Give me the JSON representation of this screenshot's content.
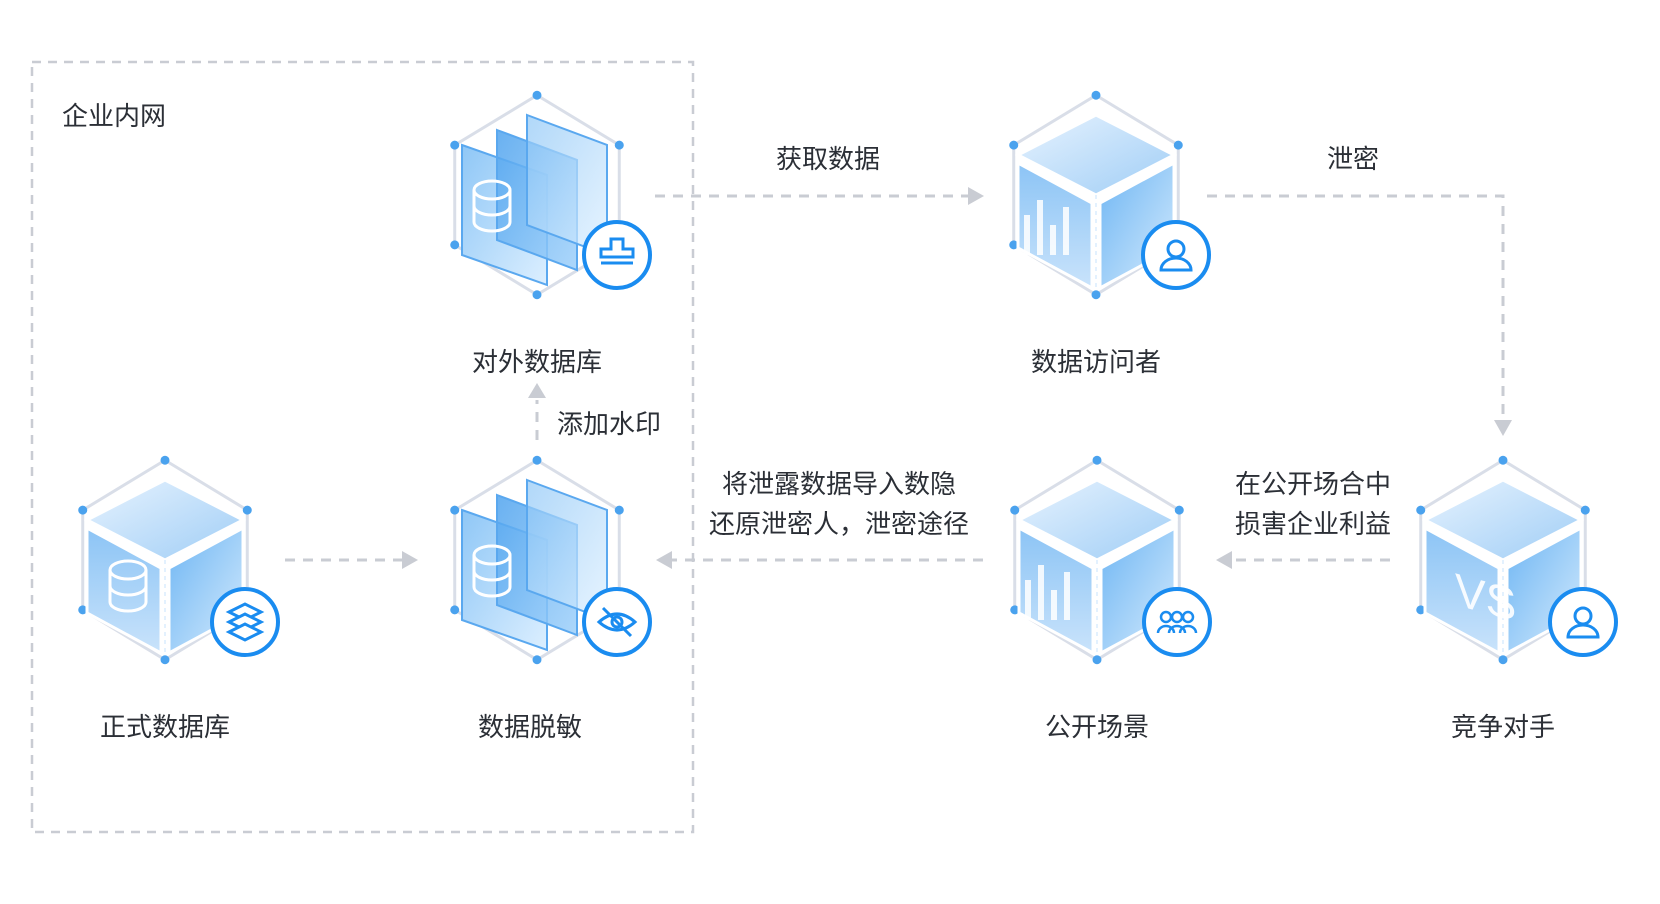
{
  "colors": {
    "accent": "#1a8cf0",
    "cube_face_light": "#cfe6fb",
    "cube_face_mid": "#a7d0f7",
    "cube_face_dark": "#5aaaf0",
    "frame": "#d9dee8",
    "dash": "#c9ccd3",
    "node": "#4aa2ee",
    "text": "#2b2f36"
  },
  "zone": {
    "title": "企业内网"
  },
  "nodes": {
    "formal_db": {
      "label": "正式数据库",
      "badge_icon": "layers-icon"
    },
    "masking": {
      "label": "数据脱敏",
      "badge_icon": "eye-off-icon"
    },
    "external_db": {
      "label": "对外数据库",
      "badge_icon": "stamp-icon"
    },
    "visitor": {
      "label": "数据访问者",
      "badge_icon": "user-icon"
    },
    "public": {
      "label": "公开场景",
      "badge_icon": "group-icon"
    },
    "competitor": {
      "label": "竞争对手",
      "badge_icon": "user-icon",
      "face_text": "VS"
    }
  },
  "edges": {
    "watermark": "添加水印",
    "fetch": "获取数据",
    "leak": "泄密",
    "harm": "在公开场合中\n损害企业利益",
    "trace": "将泄露数据导入数隐\n还原泄密人，泄密途径"
  }
}
